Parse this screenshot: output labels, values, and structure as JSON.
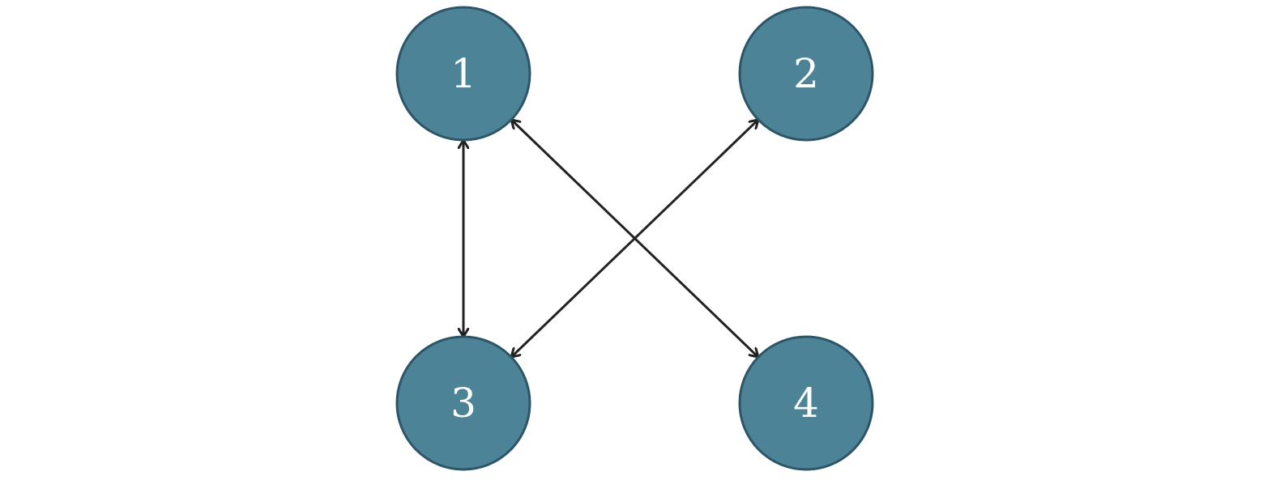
{
  "diagram": {
    "type": "directed-graph",
    "colors": {
      "node_fill": "#4d8397",
      "node_stroke": "#2d5568",
      "label": "#ffffff",
      "edge": "#222222",
      "background": "#ffffff"
    },
    "nodes": [
      {
        "id": "n1",
        "label": "1"
      },
      {
        "id": "n2",
        "label": "2"
      },
      {
        "id": "n3",
        "label": "3"
      },
      {
        "id": "n4",
        "label": "4"
      }
    ],
    "edges": [
      {
        "from": "n1",
        "to": "n3",
        "direction": "both"
      },
      {
        "from": "n1",
        "to": "n4",
        "direction": "both"
      },
      {
        "from": "n3",
        "to": "n2",
        "direction": "both"
      }
    ]
  }
}
